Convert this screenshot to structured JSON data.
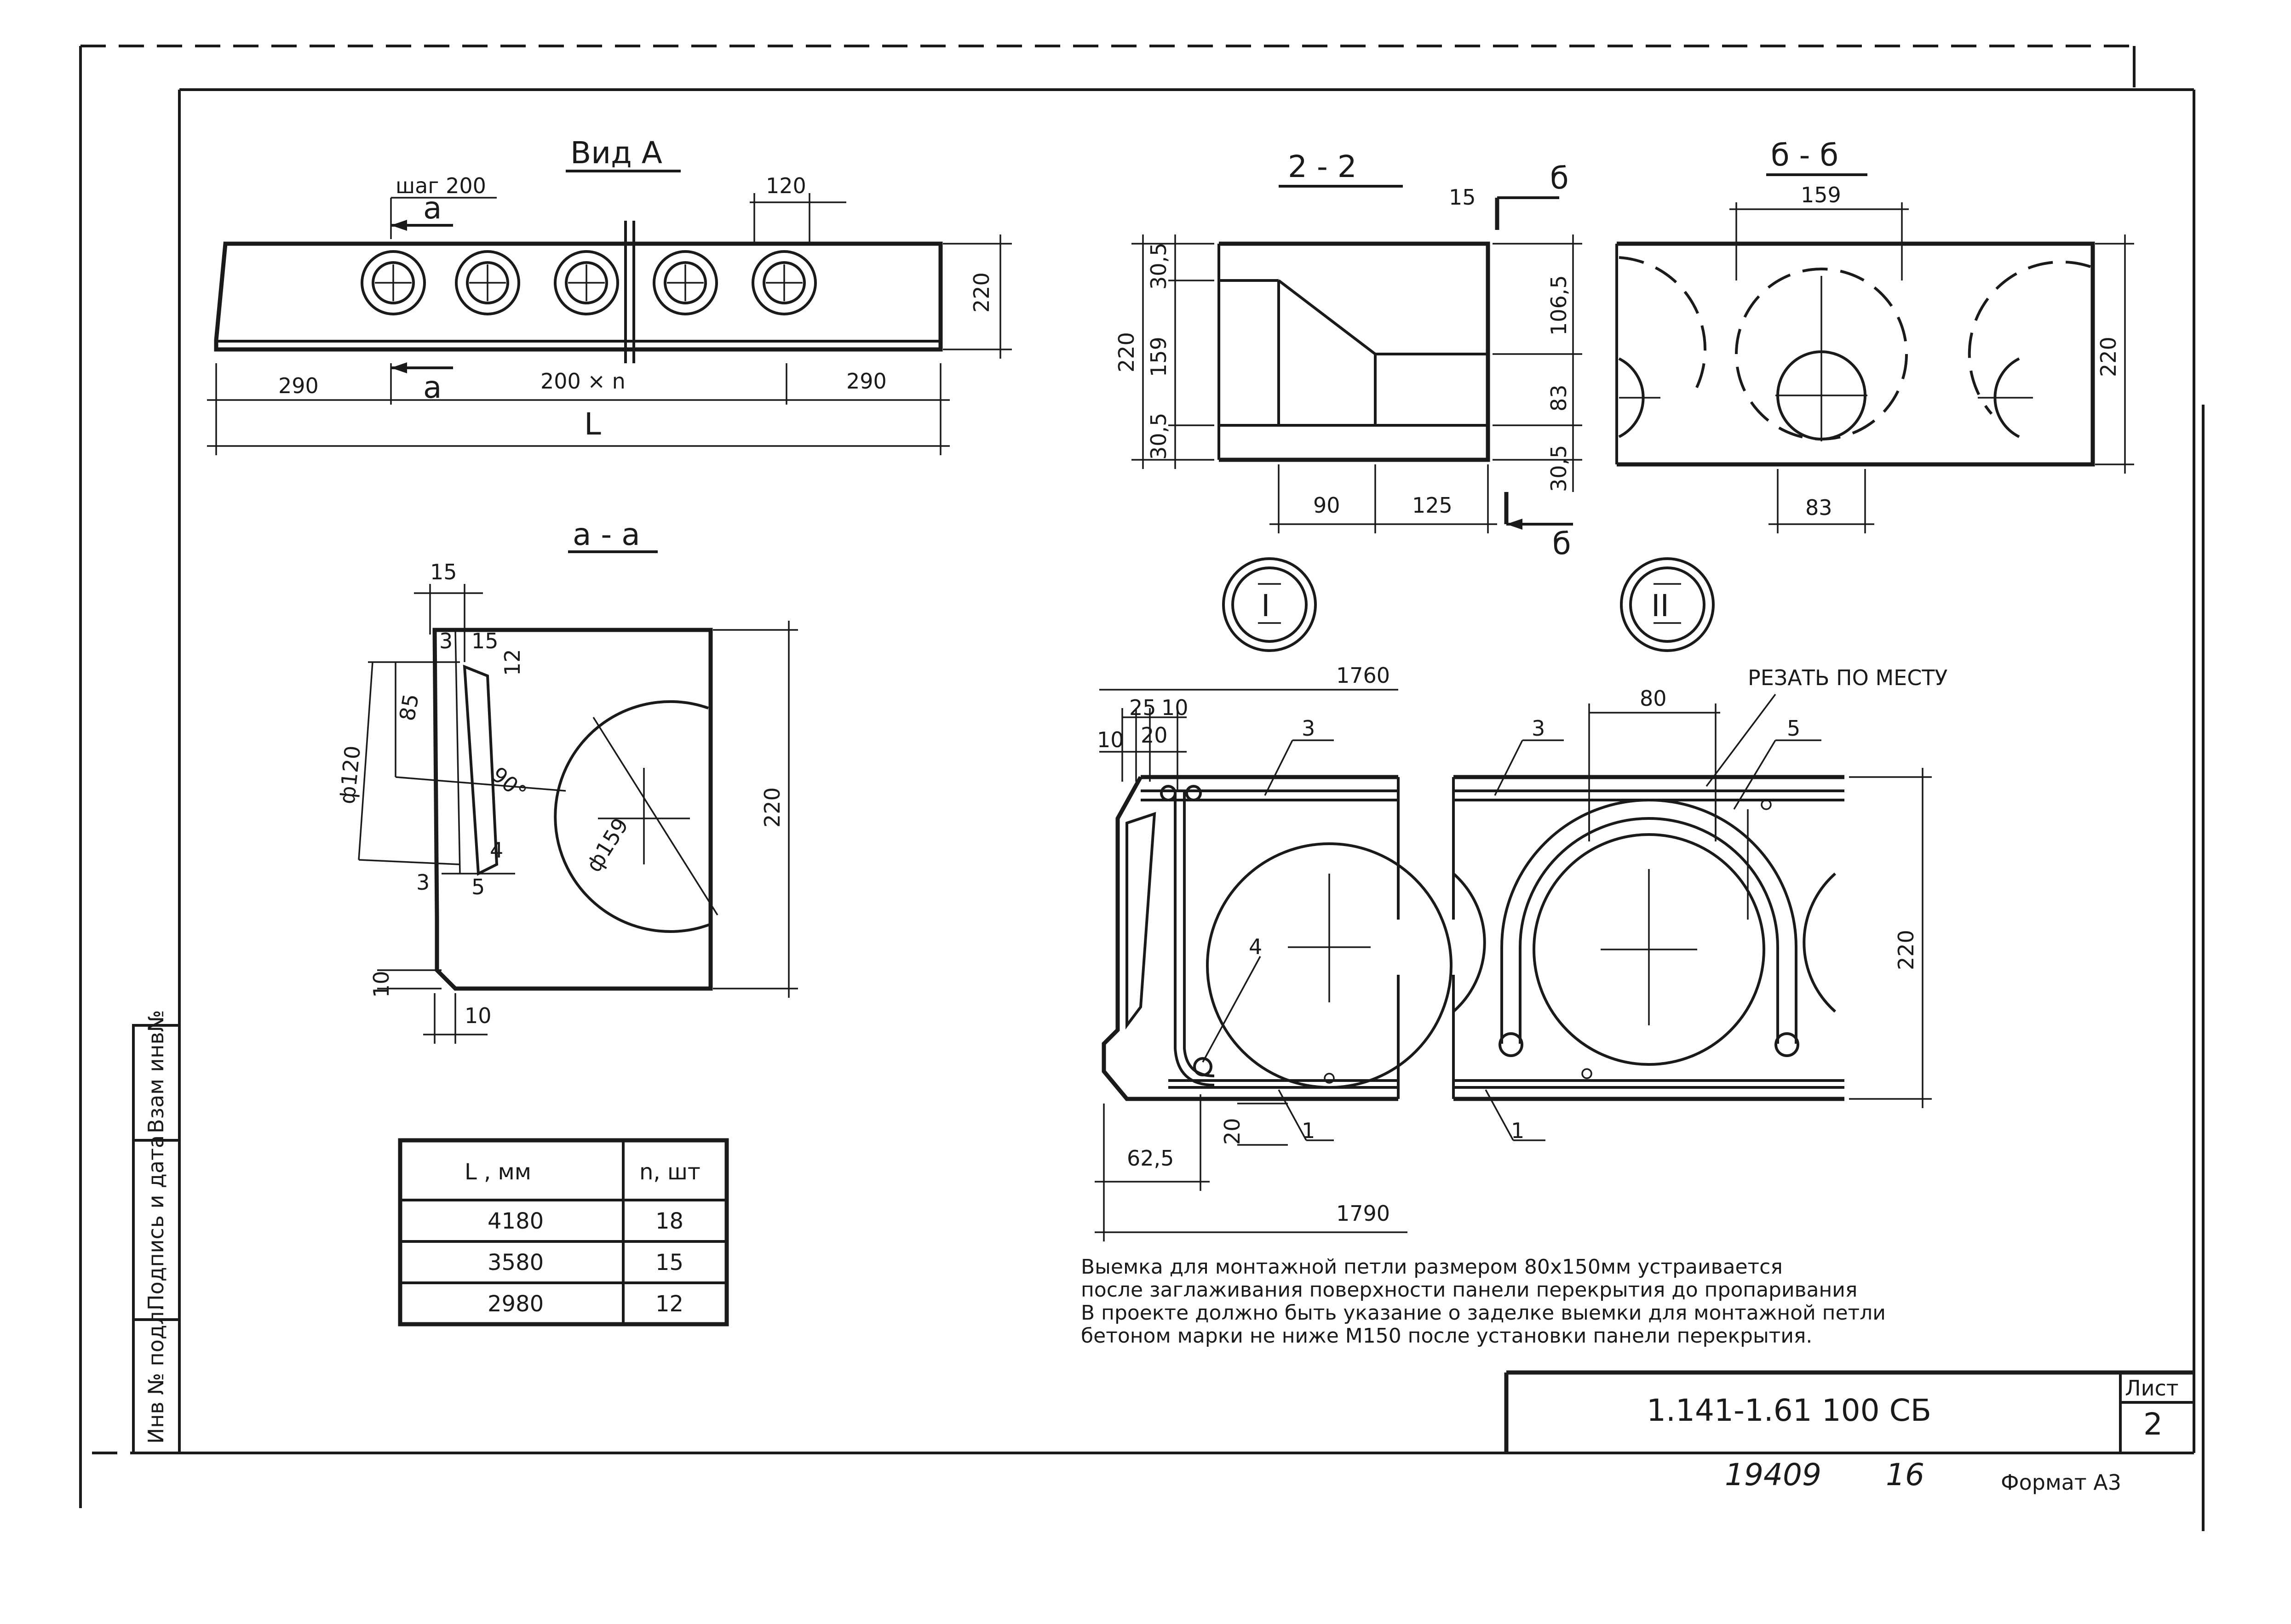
{
  "views": {
    "view_a": {
      "title": "Вид А",
      "step_label": "шаг 200",
      "section_mark": "а",
      "hole_dim": "120",
      "height": "220",
      "end_left": "290",
      "middle": "200 × n",
      "end_right": "290",
      "length": "L"
    },
    "section_aa": {
      "title": "а - а",
      "dims": [
        "15",
        "3",
        "15",
        "12",
        "85",
        "90°",
        "4",
        "3",
        "5",
        "10",
        "10"
      ],
      "diameter_outer": "ф120",
      "diameter_inner": "ф159",
      "height": "220"
    },
    "section_22": {
      "title": "2 - 2",
      "mark": "б",
      "top_gap": "15",
      "left_dims": [
        "30,5",
        "159",
        "30,5"
      ],
      "left_total": "220",
      "right_dims": [
        "106,5",
        "83",
        "30,5"
      ],
      "bottom_dims": [
        "90",
        "125"
      ]
    },
    "section_bb": {
      "title": "б - б",
      "top_dim": "159",
      "bottom_dim": "83",
      "height": "220"
    },
    "node_1": {
      "label": "I",
      "top_total": "1760",
      "top_dims": [
        "25",
        "10",
        "10",
        "20"
      ],
      "positions": [
        "3",
        "4",
        "1"
      ],
      "bottom_small": "20",
      "bottom_offset": "62,5",
      "bottom_total": "1790"
    },
    "node_2": {
      "label": "II",
      "cut_note": "РЕЗАТЬ ПО МЕСТУ",
      "loop_width": "80",
      "positions": [
        "3",
        "5",
        "1"
      ],
      "height": "220"
    }
  },
  "spec_table": {
    "headers": [
      "L , мм",
      "n, шт"
    ],
    "rows": [
      [
        "4180",
        "18"
      ],
      [
        "3580",
        "15"
      ],
      [
        "2980",
        "12"
      ]
    ]
  },
  "notes": [
    "Выемка для монтажной петли размером 80х150мм устраивается",
    "после заглаживания поверхности панели перекрытия до пропаривания",
    "В проекте должно быть указание о заделке выемки для монтажной петли",
    "бетоном марки не ниже М150 после установки панели перекрытия."
  ],
  "side_stamp": [
    "Инв № подл.",
    "Подпись и дата",
    "Взам инв№"
  ],
  "title_block": {
    "code": "1.141-1.61   100 СБ",
    "sheet_label": "Лист",
    "sheet_number": "2"
  },
  "footer": {
    "inv_number": "19409",
    "copy_number": "16",
    "format": "Формат А3"
  }
}
